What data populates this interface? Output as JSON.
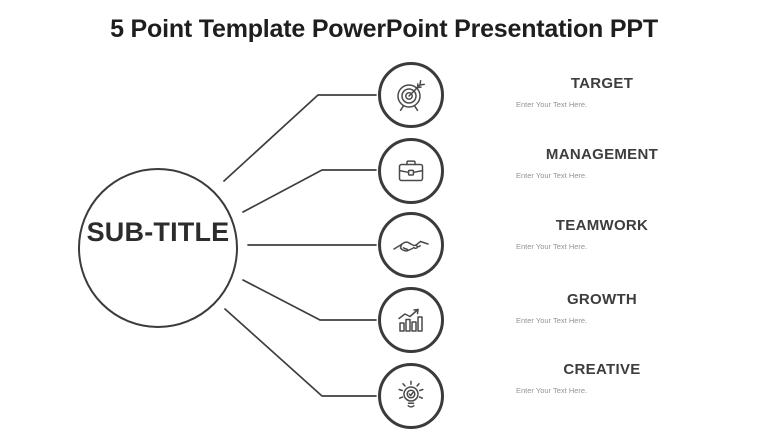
{
  "slide": {
    "title": "5 Point Template PowerPoint Presentation PPT",
    "center_label": "SUB-TITLE",
    "points": [
      {
        "label": "TARGET",
        "description": "Enter Your Text Here.",
        "icon": "target-icon"
      },
      {
        "label": "MANAGEMENT",
        "description": "Enter Your Text Here.",
        "icon": "briefcase-icon"
      },
      {
        "label": "TEAMWORK",
        "description": "Enter Your Text Here.",
        "icon": "handshake-icon"
      },
      {
        "label": "GROWTH",
        "description": "Enter Your Text Here.",
        "icon": "growth-chart-icon"
      },
      {
        "label": "CREATIVE",
        "description": "Enter Your Text Here.",
        "icon": "lightbulb-icon"
      }
    ],
    "colors": {
      "background": "#ffffff",
      "outline": "#3b3b3b",
      "connector_line": "#3e3e3e",
      "title_text": "#1e1e1e",
      "heading_text": "#3d3d3d",
      "muted_text": "#949494"
    }
  }
}
